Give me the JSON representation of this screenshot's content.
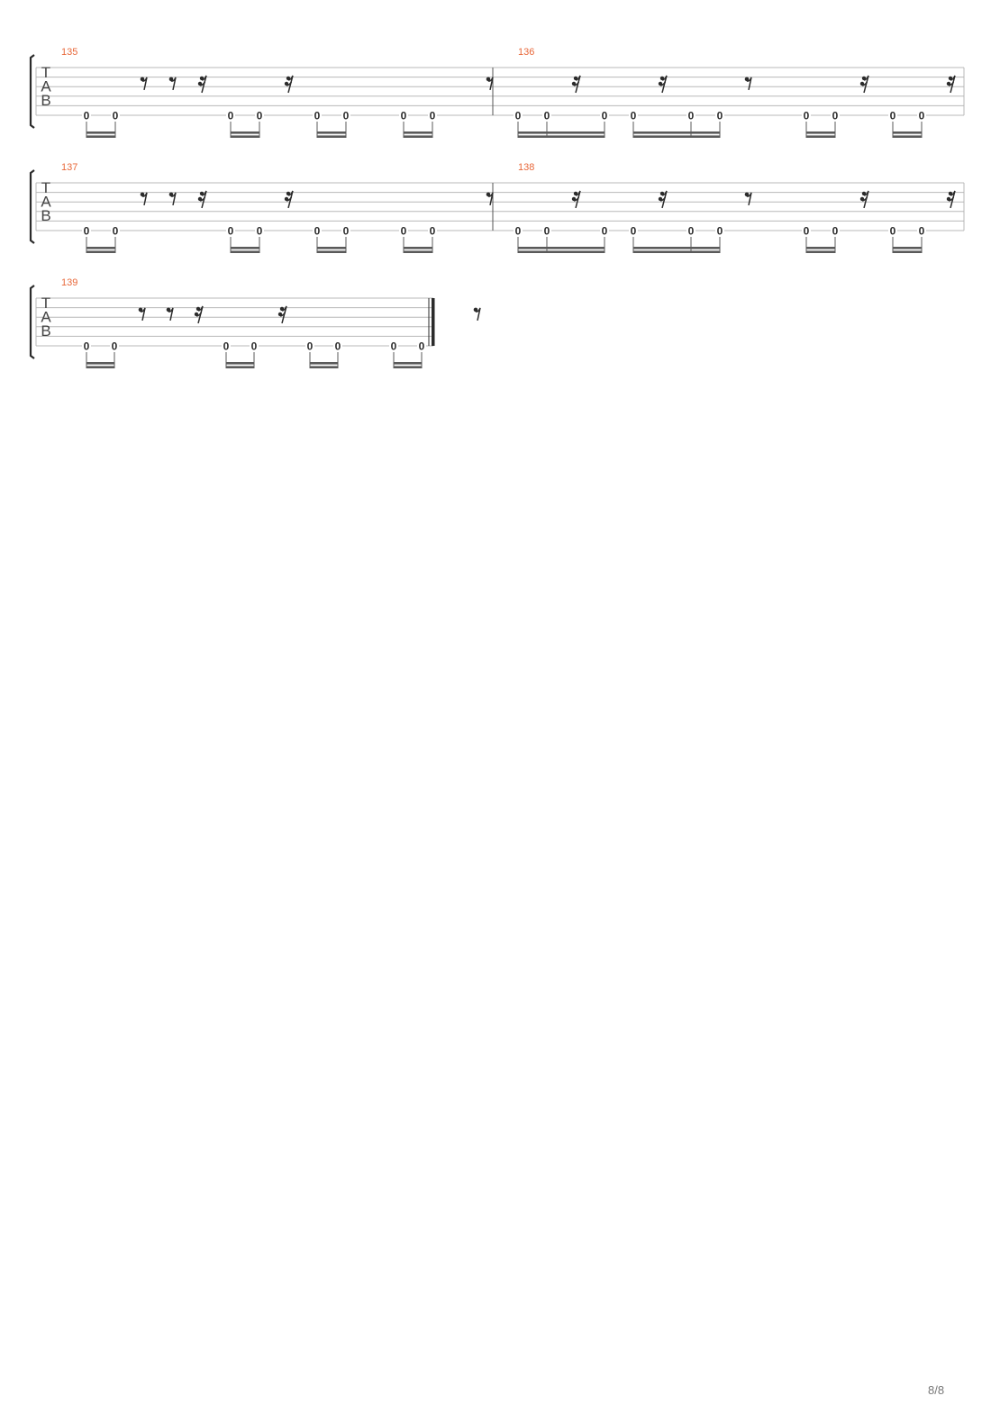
{
  "page": {
    "number": "8/8"
  },
  "tab_clef": [
    "T",
    "A",
    "B"
  ],
  "string_count": 6,
  "systems": [
    {
      "measures": [
        {
          "number": "135",
          "notes": [
            {
              "fret": "0",
              "string": 6,
              "beat": 0.0
            },
            {
              "fret": "0",
              "string": 6,
              "beat": 0.25
            },
            {
              "fret": "0",
              "string": 6,
              "beat": 1.25
            },
            {
              "fret": "0",
              "string": 6,
              "beat": 1.5
            },
            {
              "fret": "0",
              "string": 6,
              "beat": 2.0
            },
            {
              "fret": "0",
              "string": 6,
              "beat": 2.25
            },
            {
              "fret": "0",
              "string": 6,
              "beat": 2.75
            },
            {
              "fret": "0",
              "string": 6,
              "beat": 3.0
            }
          ],
          "beams": [
            [
              0,
              1
            ],
            [
              2,
              3
            ],
            [
              4,
              5
            ],
            [
              6,
              7
            ]
          ],
          "rests": [
            {
              "type": "eighth",
              "beat": 0.5
            },
            {
              "type": "eighth",
              "beat": 0.75
            },
            {
              "type": "sixteenth",
              "beat": 1.0
            },
            {
              "type": "sixteenth",
              "beat": 1.75
            },
            {
              "type": "eighth",
              "beat": 3.5
            }
          ]
        },
        {
          "number": "136",
          "notes": [
            {
              "fret": "0",
              "string": 6,
              "beat": 0.0
            },
            {
              "fret": "0",
              "string": 6,
              "beat": 0.25
            },
            {
              "fret": "0",
              "string": 6,
              "beat": 0.75
            },
            {
              "fret": "0",
              "string": 6,
              "beat": 1.0
            },
            {
              "fret": "0",
              "string": 6,
              "beat": 1.5
            },
            {
              "fret": "0",
              "string": 6,
              "beat": 1.75
            },
            {
              "fret": "0",
              "string": 6,
              "beat": 2.5
            },
            {
              "fret": "0",
              "string": 6,
              "beat": 2.75
            },
            {
              "fret": "0",
              "string": 6,
              "beat": 3.25
            },
            {
              "fret": "0",
              "string": 6,
              "beat": 3.5
            }
          ],
          "beams": [
            [
              0,
              1,
              2
            ],
            [
              3,
              4,
              5
            ],
            [
              6,
              7
            ],
            [
              8,
              9
            ]
          ],
          "rests": [
            {
              "type": "sixteenth",
              "beat": 0.5
            },
            {
              "type": "sixteenth",
              "beat": 1.25
            },
            {
              "type": "eighth",
              "beat": 2.0
            },
            {
              "type": "sixteenth",
              "beat": 3.0
            },
            {
              "type": "sixteenth",
              "beat": 3.75
            }
          ]
        }
      ]
    },
    {
      "measures": [
        {
          "number": "137",
          "notes": [
            {
              "fret": "0",
              "string": 6,
              "beat": 0.0
            },
            {
              "fret": "0",
              "string": 6,
              "beat": 0.25
            },
            {
              "fret": "0",
              "string": 6,
              "beat": 1.25
            },
            {
              "fret": "0",
              "string": 6,
              "beat": 1.5
            },
            {
              "fret": "0",
              "string": 6,
              "beat": 2.0
            },
            {
              "fret": "0",
              "string": 6,
              "beat": 2.25
            },
            {
              "fret": "0",
              "string": 6,
              "beat": 2.75
            },
            {
              "fret": "0",
              "string": 6,
              "beat": 3.0
            }
          ],
          "beams": [
            [
              0,
              1
            ],
            [
              2,
              3
            ],
            [
              4,
              5
            ],
            [
              6,
              7
            ]
          ],
          "rests": [
            {
              "type": "eighth",
              "beat": 0.5
            },
            {
              "type": "eighth",
              "beat": 0.75
            },
            {
              "type": "sixteenth",
              "beat": 1.0
            },
            {
              "type": "sixteenth",
              "beat": 1.75
            },
            {
              "type": "eighth",
              "beat": 3.5
            }
          ]
        },
        {
          "number": "138",
          "notes": [
            {
              "fret": "0",
              "string": 6,
              "beat": 0.0
            },
            {
              "fret": "0",
              "string": 6,
              "beat": 0.25
            },
            {
              "fret": "0",
              "string": 6,
              "beat": 0.75
            },
            {
              "fret": "0",
              "string": 6,
              "beat": 1.0
            },
            {
              "fret": "0",
              "string": 6,
              "beat": 1.5
            },
            {
              "fret": "0",
              "string": 6,
              "beat": 1.75
            },
            {
              "fret": "0",
              "string": 6,
              "beat": 2.5
            },
            {
              "fret": "0",
              "string": 6,
              "beat": 2.75
            },
            {
              "fret": "0",
              "string": 6,
              "beat": 3.25
            },
            {
              "fret": "0",
              "string": 6,
              "beat": 3.5
            }
          ],
          "beams": [
            [
              0,
              1,
              2
            ],
            [
              3,
              4,
              5
            ],
            [
              6,
              7
            ],
            [
              8,
              9
            ]
          ],
          "rests": [
            {
              "type": "sixteenth",
              "beat": 0.5
            },
            {
              "type": "sixteenth",
              "beat": 1.25
            },
            {
              "type": "eighth",
              "beat": 2.0
            },
            {
              "type": "sixteenth",
              "beat": 3.0
            },
            {
              "type": "sixteenth",
              "beat": 3.75
            }
          ]
        }
      ]
    },
    {
      "final_barline": true,
      "measures": [
        {
          "number": "139",
          "notes": [
            {
              "fret": "0",
              "string": 6,
              "beat": 0.0
            },
            {
              "fret": "0",
              "string": 6,
              "beat": 0.25
            },
            {
              "fret": "0",
              "string": 6,
              "beat": 1.25
            },
            {
              "fret": "0",
              "string": 6,
              "beat": 1.5
            },
            {
              "fret": "0",
              "string": 6,
              "beat": 2.0
            },
            {
              "fret": "0",
              "string": 6,
              "beat": 2.25
            },
            {
              "fret": "0",
              "string": 6,
              "beat": 2.75
            },
            {
              "fret": "0",
              "string": 6,
              "beat": 3.0
            }
          ],
          "beams": [
            [
              0,
              1
            ],
            [
              2,
              3
            ],
            [
              4,
              5
            ],
            [
              6,
              7
            ]
          ],
          "rests": [
            {
              "type": "eighth",
              "beat": 0.5
            },
            {
              "type": "eighth",
              "beat": 0.75
            },
            {
              "type": "sixteenth",
              "beat": 1.0
            },
            {
              "type": "sixteenth",
              "beat": 1.75
            },
            {
              "type": "eighth",
              "beat": 3.5
            }
          ]
        }
      ]
    }
  ],
  "colors": {
    "measure_number": "#e8683a",
    "staff_line": "#b8b8b8",
    "ink": "#2b2b2b",
    "beam": "#5a5a5a"
  }
}
